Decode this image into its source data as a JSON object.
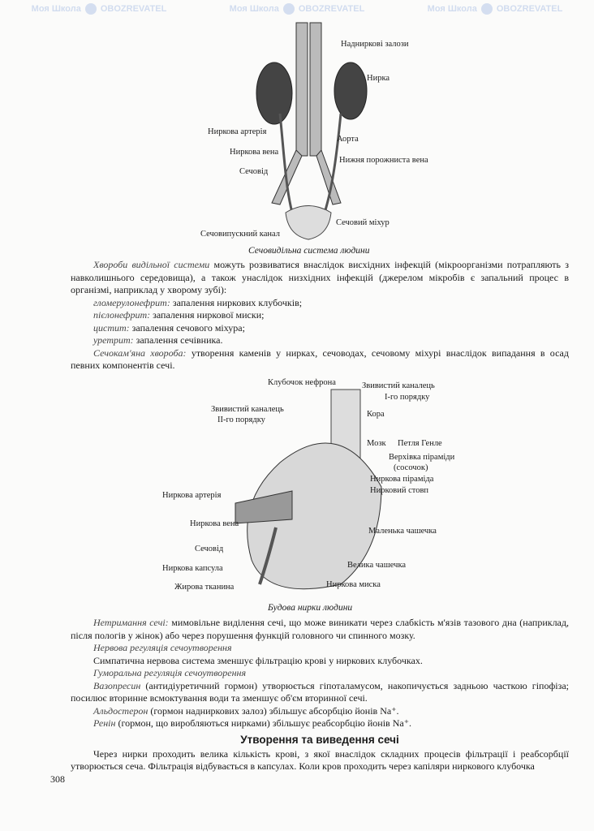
{
  "watermark": {
    "school": "Моя Школа",
    "brand": "OBOZREVATEL"
  },
  "figure1": {
    "caption": "Сечовидільна система людини",
    "labels": {
      "adrenal": "Надниркові залози",
      "kidney": "Нирка",
      "renal_artery": "Ниркова артерія",
      "aorta": "Аорта",
      "renal_vein": "Ниркова вена",
      "vena_cava": "Нижня порожниста вена",
      "ureter": "Сечовід",
      "bladder": "Сечовий міхур",
      "urethra": "Сечовипускний канал"
    }
  },
  "text1": {
    "p1_italic": "Хвороби видільної системи",
    "p1": " можуть розвиватися внаслідок висхідних інфекцій (мікроорганізми потрапляють з навколишнього середовища), а також унаслідок низхідних інфекцій (джерелом мікробів є запальний процес в організмі, наприклад у хворому зубі):",
    "items": [
      {
        "term": "гломерулонефрит:",
        "desc": " запалення ниркових клубочків;"
      },
      {
        "term": "пієлонефрит:",
        "desc": " запалення ниркової миски;"
      },
      {
        "term": "цистит:",
        "desc": " запалення сечового міхура;"
      },
      {
        "term": "уретрит:",
        "desc": " запалення сечівника."
      }
    ],
    "p2_italic": "Сечокам'яна хвороба:",
    "p2": " утворення каменів у нирках, сечоводах, сечовому міхурі внаслідок випадання в осад певних компонентів сечі."
  },
  "figure2": {
    "caption": "Будова нирки людини",
    "labels": {
      "glomerulus": "Клубочок нефрона",
      "tubule1a": "Звивистий каналець",
      "tubule1b": "І-го порядку",
      "tubule2a": "Звивистий каналець",
      "tubule2b": "ІІ-го порядку",
      "cortex": "Кора",
      "medulla": "Мозк",
      "henle": "Петля Генле",
      "apex_a": "Верхівка піраміди",
      "apex_b": "(сосочок)",
      "pyramid": "Ниркова піраміда",
      "column": "Нирковий стовп",
      "artery": "Ниркова артерія",
      "vein": "Ниркова вена",
      "minor_calyx": "Маленька чашечка",
      "ureter": "Сечовід",
      "capsule": "Ниркова капсула",
      "major_calyx": "Велика чашечка",
      "fat": "Жирова тканина",
      "pelvis": "Ниркова миска"
    }
  },
  "text2": {
    "p1_italic": "Нетримання сечі:",
    "p1": " мимовільне виділення сечі, що може виникати через слабкість м'язів тазового дна (наприклад, після пологів у жінок) або через порушення функцій головного чи спинного мозку.",
    "h_nerv": "Нервова регуляція сечоутворення",
    "p_nerv": "Симпатична нервова система зменшує фільтрацію крові у ниркових клубочках.",
    "h_hum": "Гуморальна регуляція сечоутворення",
    "vaso_i": "Вазопресин",
    "vaso": " (антидіуретичний гормон) утворюється гіпоталамусом, накопичується задньою часткою гіпофіза; посилює вторинне всмоктування води та зменшує об'єм вторинної сечі.",
    "aldo_i": "Альдостерон",
    "aldo": " (гормон надниркових залоз) збільшує абсорбцію йонів Na⁺.",
    "renin_i": "Ренін",
    "renin": " (гормон, що виробляються нирками) збільшує реабсорбцію йонів Na⁺.",
    "heading": "Утворення та виведення сечі",
    "p_last": "Через нирки проходить велика кількість крові, з якої внаслідок складних процесів фільтрації і реабсорбції утворюється сеча. Фільтрація відбувається в капсулах. Коли кров проходить через капіляри ниркового клубочка"
  },
  "page_number": "308"
}
